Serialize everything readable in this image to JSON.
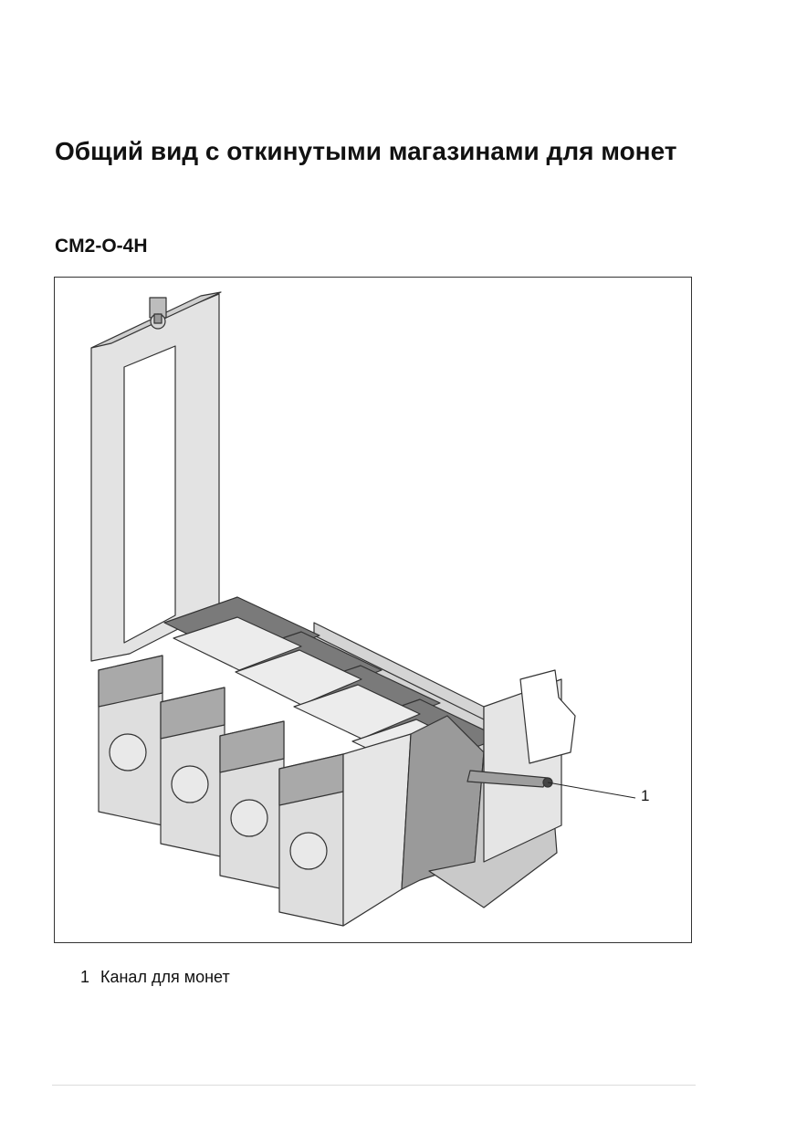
{
  "document": {
    "title": "Общий вид с откинутыми магазинами для монет",
    "subtitle": "CM2-O-4H"
  },
  "figure": {
    "callout_number": "1"
  },
  "legend": {
    "items": [
      {
        "number": "1",
        "label": "Канал для монет"
      }
    ]
  }
}
